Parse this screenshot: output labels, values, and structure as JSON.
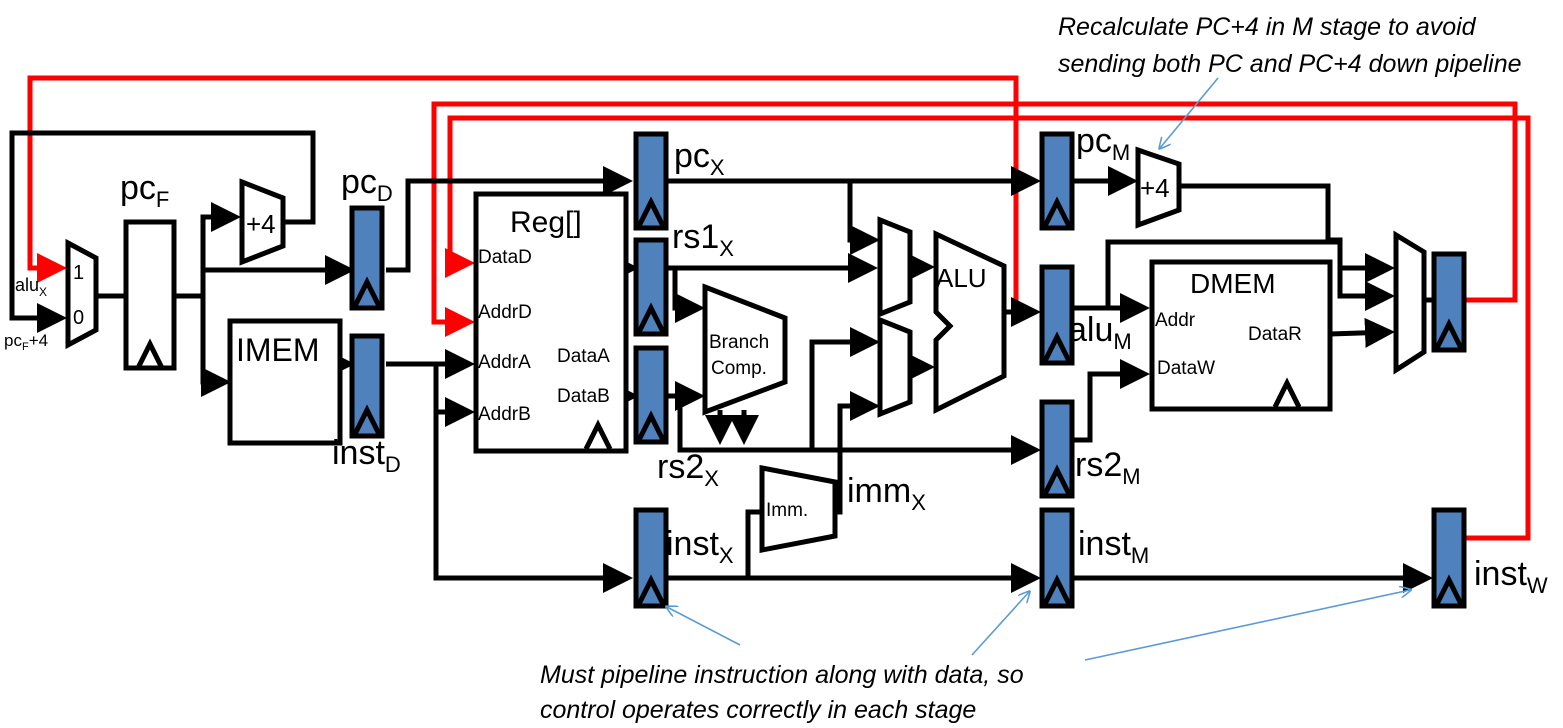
{
  "labels": {
    "pc_f": "pc",
    "pc_f_sub": "F",
    "pc_d": "pc",
    "pc_d_sub": "D",
    "pc_x": "pc",
    "pc_x_sub": "X",
    "pc_m": "pc",
    "pc_m_sub": "M",
    "rs1_x": "rs1",
    "rs1_x_sub": "X",
    "rs2_x": "rs2",
    "rs2_x_sub": "X",
    "rs2_m": "rs2",
    "rs2_m_sub": "M",
    "alu_m": "alu",
    "alu_m_sub": "M",
    "imm_x": "imm",
    "imm_x_sub": "X",
    "inst_d": "inst",
    "inst_d_sub": "D",
    "inst_x": "inst",
    "inst_x_sub": "X",
    "inst_m": "inst",
    "inst_m_sub": "M",
    "inst_w": "inst",
    "inst_w_sub": "W",
    "alu_x_in": "alu",
    "alu_x_in_sub": "X",
    "pc_f_plus4_in": "pc",
    "pc_f_plus4_in_sub": "F",
    "pc_f_plus4_in_tail": "+4",
    "mux_one": "1",
    "mux_zero": "0",
    "plus4_f": "+4",
    "plus4_m": "+4"
  },
  "blocks": {
    "imem": "IMEM",
    "reg": "Reg[]",
    "reg_datad": "DataD",
    "reg_addrd": "AddrD",
    "reg_addra": "AddrA",
    "reg_addrb": "AddrB",
    "reg_dataa": "DataA",
    "reg_datab": "DataB",
    "branch_line1": "Branch",
    "branch_line2": "Comp.",
    "imm": "Imm.",
    "alu": "ALU",
    "dmem": "DMEM",
    "dmem_addr": "Addr",
    "dmem_dataw": "DataW",
    "dmem_datar": "DataR"
  },
  "annotations": {
    "top_line1": "Recalculate PC+4 in M stage to avoid",
    "top_line2": "sending both PC and PC+4 down pipeline",
    "bottom_line1": "Must pipeline instruction along with data, so",
    "bottom_line2": "control operates correctly in each stage"
  },
  "colors": {
    "pipeline_register": "#4f81bd",
    "feedback_wire": "#ff0000",
    "annotation_arrow": "#5b9bd5"
  }
}
